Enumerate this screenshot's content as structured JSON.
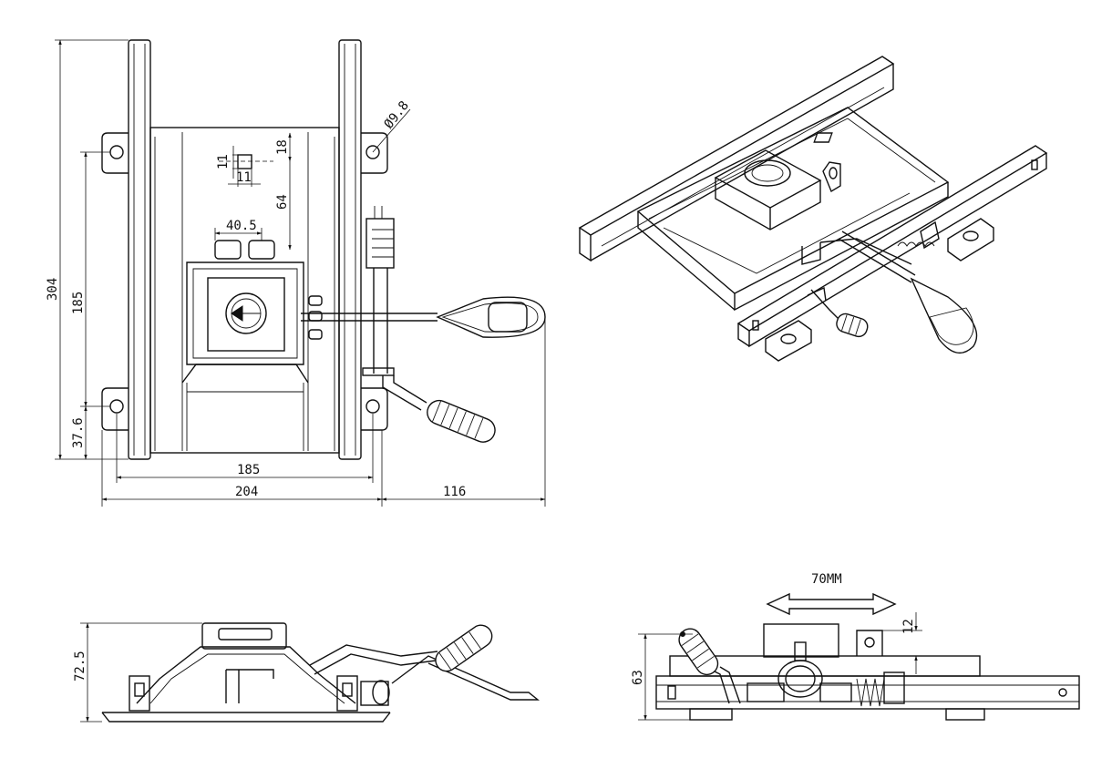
{
  "views": {
    "top": {
      "dimensions": {
        "hole_diameter": "Ø9.8",
        "square_height": "11",
        "square_width": "11",
        "offset_top": "18",
        "offset_mid": "64",
        "slot_spacing": "40.5",
        "overall_height": "304",
        "hole_spacing_vertical": "185",
        "hole_offset_bottom": "37.6",
        "hole_spacing_horizontal": "185",
        "overall_width": "204",
        "lever_extension": "116"
      }
    },
    "front": {
      "dimensions": {
        "height": "72.5"
      }
    },
    "side": {
      "dimensions": {
        "travel": "70MM",
        "step": "12",
        "height": "63"
      }
    }
  }
}
